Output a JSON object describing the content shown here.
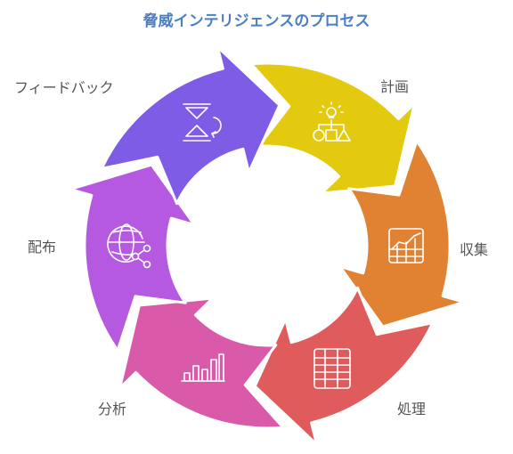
{
  "title": "脅威インテリジェンスのプロセス",
  "stages": [
    {
      "key": "plan",
      "label": "計画",
      "color": "#e3ca0f",
      "icon": "planning-hierarchy-icon"
    },
    {
      "key": "collect",
      "label": "収集",
      "color": "#e08232",
      "icon": "spreadsheet-chart-icon"
    },
    {
      "key": "process",
      "label": "処理",
      "color": "#e05c5c",
      "icon": "table-icon"
    },
    {
      "key": "analyze",
      "label": "分析",
      "color": "#d95aa8",
      "icon": "bar-chart-icon"
    },
    {
      "key": "distribute",
      "label": "配布",
      "color": "#b55ae0",
      "icon": "globe-share-icon"
    },
    {
      "key": "feedback",
      "label": "フィードバック",
      "color": "#7e5ce6",
      "icon": "feedback-loop-icon"
    }
  ]
}
